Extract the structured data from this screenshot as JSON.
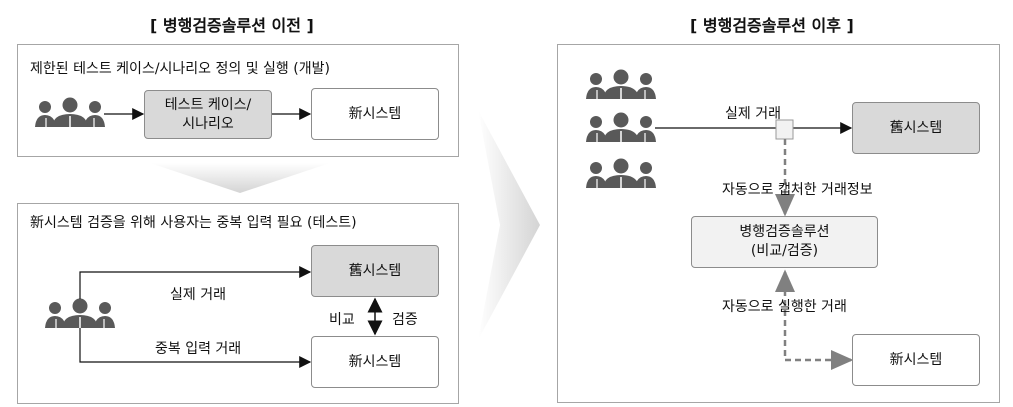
{
  "before": {
    "title": "[ 병행검증솔루션 이전 ]",
    "dev_panel": {
      "heading": "제한된 테스트 케이스/시나리오 정의 및 실행 (개발)",
      "test_case_box": "테스트 케이스/\n시나리오",
      "new_system_box": "新시스템"
    },
    "test_panel": {
      "heading": "新시스템 검증을 위해 사용자는 중복 입력 필요 (테스트)",
      "old_system_box": "舊시스템",
      "new_system_box": "新시스템",
      "real_tx_label": "실제 거래",
      "dup_tx_label": "중복 입력 거래",
      "compare_label": "비교",
      "verify_label": "검증"
    }
  },
  "after": {
    "title": "[ 병행검증솔루션 이후 ]",
    "real_tx_label": "실제 거래",
    "old_system_box": "舊시스템",
    "captured_label": "자동으로 캡처한 거래정보",
    "solution_box_line1": "병행검증솔루션",
    "solution_box_line2": "(비교/검증)",
    "executed_label": "자동으로 실행한 거래",
    "new_system_box": "新시스템"
  },
  "colors": {
    "icon": "#595959",
    "gray_box": "#d9d9d9",
    "light_box": "#f2f2f2",
    "dashed": "#808080"
  }
}
